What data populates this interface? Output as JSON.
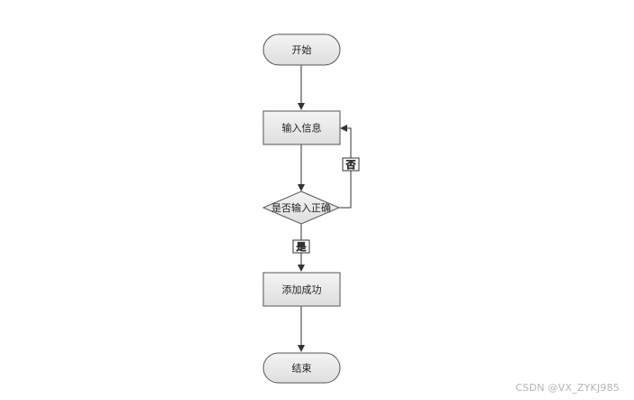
{
  "diagram": {
    "type": "flowchart",
    "nodes": {
      "start": {
        "shape": "terminal",
        "label": "开始"
      },
      "input": {
        "shape": "process",
        "label": "输入信息"
      },
      "check": {
        "shape": "decision",
        "label": "是否输入正确"
      },
      "success": {
        "shape": "process",
        "label": "添加成功"
      },
      "end": {
        "shape": "terminal",
        "label": "结束"
      }
    },
    "edges": [
      {
        "from": "start",
        "to": "input",
        "label": ""
      },
      {
        "from": "input",
        "to": "check",
        "label": ""
      },
      {
        "from": "check",
        "to": "input",
        "label": "否"
      },
      {
        "from": "check",
        "to": "success",
        "label": "是"
      },
      {
        "from": "success",
        "to": "end",
        "label": ""
      }
    ],
    "colors": {
      "node_fill_top": "#f4f4f4",
      "node_fill_bottom": "#dedede",
      "node_stroke": "#555555",
      "edge_stroke": "#333333"
    }
  },
  "watermark": "CSDN @VX_ZYKJ985"
}
